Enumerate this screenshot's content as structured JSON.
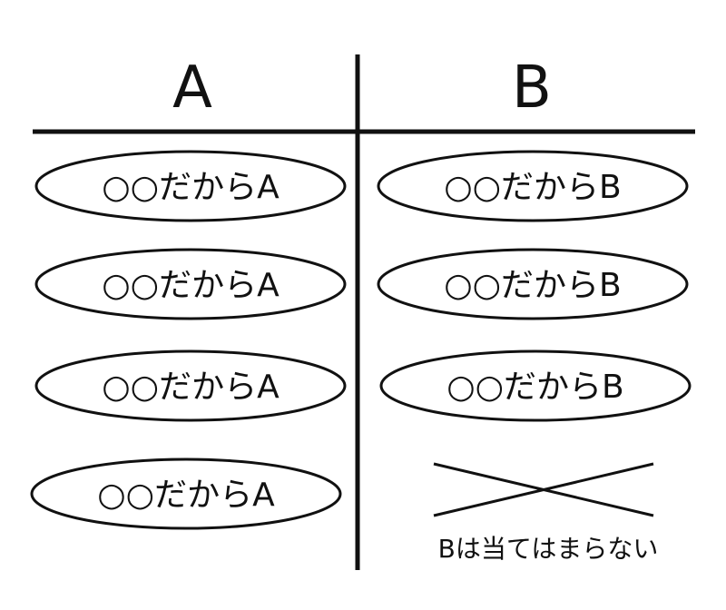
{
  "columns": [
    {
      "header": "A",
      "items": [
        "○○だからA",
        "○○だからA",
        "○○だからA",
        "○○だからA"
      ]
    },
    {
      "header": "B",
      "items": [
        "○○だからB",
        "○○だからB",
        "○○だからB"
      ],
      "crossed_note": "Bは当てはまらない"
    }
  ]
}
